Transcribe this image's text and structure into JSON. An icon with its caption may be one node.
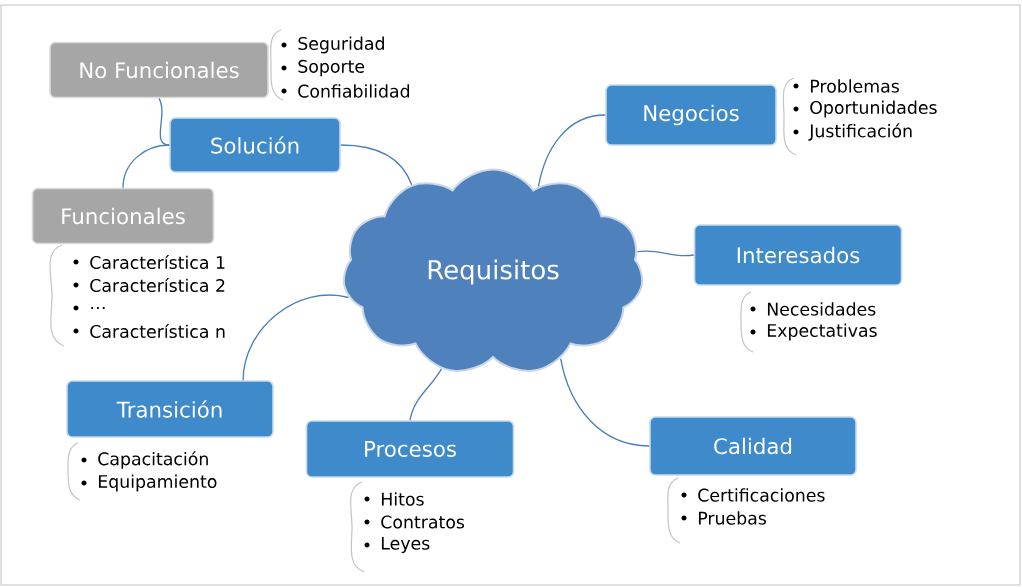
{
  "diagram": {
    "nodes": [
      {
        "text": [
          "Requisitos"
        ]
      },
      {
        "text": [
          "Negocios"
        ],
        "beside": [
          "Problemas",
          "Oportunidades",
          "Justificación"
        ]
      },
      {
        "text": [
          "Interesados"
        ],
        "beside": [
          "Necesidades",
          "Expectativas"
        ]
      },
      {
        "text": [
          "Calidad"
        ],
        "beside": [
          "Certificaciones",
          "Pruebas"
        ]
      },
      {
        "text": [
          "Procesos"
        ],
        "beside": [
          "Hitos",
          "Contratos",
          "Leyes"
        ]
      },
      {
        "text": [
          "Transición"
        ],
        "beside": [
          "Capacitación",
          "Equipamiento"
        ]
      },
      {
        "text": [
          "Solución"
        ]
      },
      {
        "text": [
          "No Funcionales"
        ],
        "beside": [
          "Seguridad",
          "Soporte",
          "Confiabilidad"
        ]
      },
      {
        "text": [
          "Funcionales"
        ],
        "beside": [
          "Característica 1",
          "Característica 2",
          "…",
          "Característica n"
        ]
      }
    ],
    "edges": [
      {
        "from": 0,
        "to": 1,
        "arrow": "none"
      },
      {
        "from": 0,
        "to": 2,
        "arrow": "none"
      },
      {
        "from": 0,
        "to": 3,
        "arrow": "none"
      },
      {
        "from": 0,
        "to": 4,
        "arrow": "none"
      },
      {
        "from": 0,
        "to": 5,
        "arrow": "none"
      },
      {
        "from": 0,
        "to": 6,
        "arrow": "none"
      },
      {
        "from": 6,
        "to": 7,
        "arrow": "none"
      },
      {
        "from": 6,
        "to": 8,
        "arrow": "none"
      }
    ]
  }
}
